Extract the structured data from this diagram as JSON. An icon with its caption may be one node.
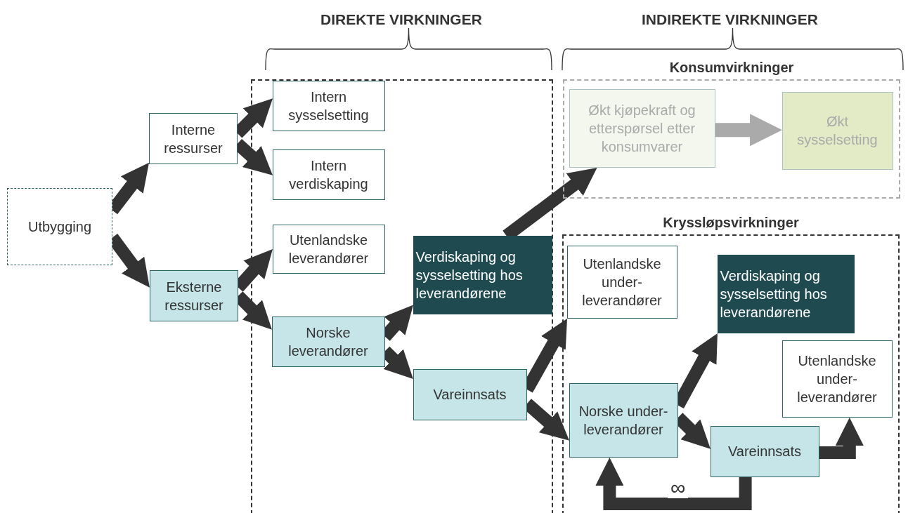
{
  "diagram": {
    "nodes": [
      {
        "text": [],
        "shape": "box"
      },
      {
        "text": [
          "Utbygging"
        ]
      },
      {
        "text": [
          "Interne ressurser"
        ]
      },
      {
        "text": [
          "Eksterne ressurser"
        ]
      },
      {
        "text": [
          "Intern sysselsetting"
        ],
        "in": 0
      },
      {
        "text": [
          "Intern verdiskaping"
        ],
        "in": 0
      },
      {
        "text": [
          "Utenlandske leverandører"
        ],
        "in": 0
      },
      {
        "text": [
          "Norske leverandører"
        ],
        "in": 0
      },
      {
        "text": [
          "Verdiskaping og sysselsetting hos leverandørene"
        ],
        "in": 0
      },
      {
        "text": [
          "Vareinnsats"
        ],
        "in": 0
      },
      {
        "text": [
          "Konsumvirkninger"
        ]
      },
      {
        "text": [
          "Økt kjøpekraft og etterspørsel etter konsumvarer"
        ],
        "in": 10
      },
      {
        "text": [
          "Økt sysselsetting"
        ],
        "in": 10
      },
      {
        "text": [
          "Kryssløpsvirkninger"
        ]
      },
      {
        "text": [
          "Utenlandske under- leverandører"
        ],
        "in": 13
      },
      {
        "text": [
          "Verdiskaping og sysselsetting hos leverandørene"
        ],
        "in": 13
      },
      {
        "text": [
          "Utenlandske under- leverandører"
        ],
        "in": 13
      },
      {
        "text": [
          "Norske under- leverandører"
        ],
        "in": 13
      },
      {
        "text": [
          "Vareinnsats"
        ],
        "in": 13
      }
    ],
    "edges": [
      {
        "from": 1,
        "to": 2,
        "arrow": "to"
      },
      {
        "from": 1,
        "to": 3,
        "arrow": "to"
      },
      {
        "from": 2,
        "to": 4,
        "arrow": "to"
      },
      {
        "from": 2,
        "to": 5,
        "arrow": "to"
      },
      {
        "from": 3,
        "to": 6,
        "arrow": "to"
      },
      {
        "from": 3,
        "to": 7,
        "arrow": "to"
      },
      {
        "from": 7,
        "to": 8,
        "arrow": "to"
      },
      {
        "from": 7,
        "to": 9,
        "arrow": "to"
      },
      {
        "from": 8,
        "to": 11,
        "arrow": "to"
      },
      {
        "from": 9,
        "to": 14,
        "arrow": "to"
      },
      {
        "from": 9,
        "to": 17,
        "arrow": "to"
      },
      {
        "from": 11,
        "to": 12,
        "arrow": "to",
        "color": "#aaaaaa"
      },
      {
        "from": 17,
        "to": 15,
        "arrow": "to"
      },
      {
        "from": 17,
        "to": 18,
        "arrow": "to"
      },
      {
        "from": 18,
        "to": 16,
        "arrow": "to"
      },
      {
        "from": 18,
        "to": 17,
        "arrow": "to",
        "label": "∞"
      }
    ],
    "labels": [
      "DIREKTE VIRKNINGER",
      "INDIREKTE VIRKNINGER"
    ]
  }
}
